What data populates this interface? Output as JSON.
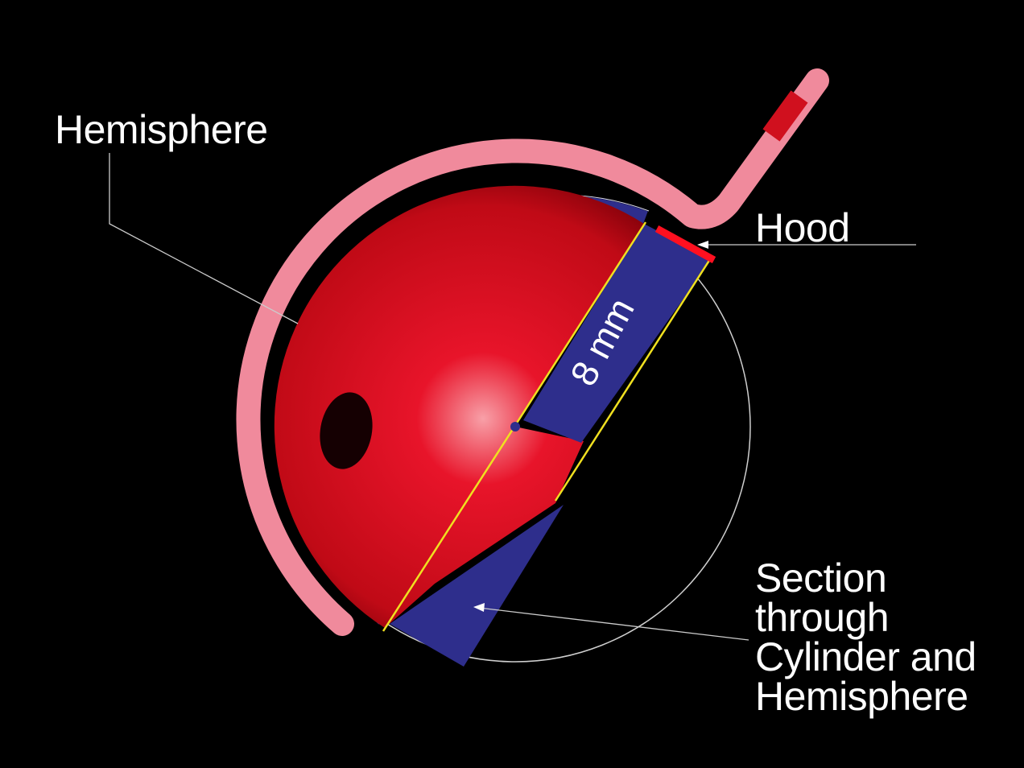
{
  "labels": {
    "hemisphere": "Hemisphere",
    "hood": "Hood",
    "measurement": "8 mm",
    "section": [
      "Section",
      "through",
      "Cylinder and",
      "Hemisphere"
    ]
  },
  "colors": {
    "background": "#000000",
    "hood": "#f08a9c",
    "hemisphere": "#e0101e",
    "liner": "#2e2e8c",
    "axis": "#f0e020",
    "hood_edge": "#ff1020"
  }
}
